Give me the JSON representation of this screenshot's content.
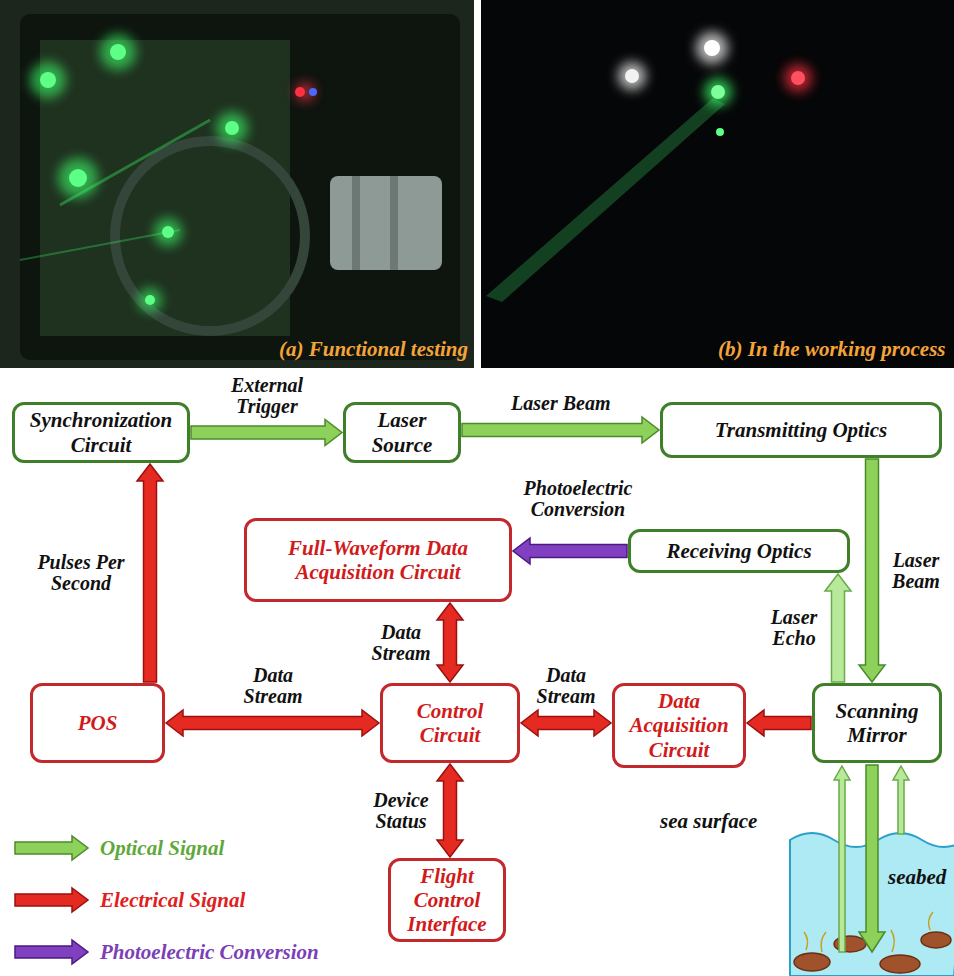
{
  "diagram": {
    "nodes": [
      {
        "text": [
          "Synchronization Circuit"
        ]
      },
      {
        "text": [
          "Laser Source"
        ]
      },
      {
        "text": [
          "Transmitting Optics"
        ]
      },
      {
        "text": [
          "Full-Waveform Data Acquisition Circuit"
        ]
      },
      {
        "text": [
          "Receiving Optics"
        ]
      },
      {
        "text": [
          "POS"
        ]
      },
      {
        "text": [
          "Control Circuit"
        ]
      },
      {
        "text": [
          "Data Acquisition Circuit"
        ]
      },
      {
        "text": [
          "Scanning Mirror"
        ]
      },
      {
        "text": [
          "Flight Control Interface"
        ]
      }
    ],
    "edges": [
      {
        "from": 0,
        "to": 1,
        "label": "External Trigger",
        "arrow": "to"
      },
      {
        "from": 1,
        "to": 2,
        "label": "Laser Beam",
        "arrow": "to"
      },
      {
        "from": 2,
        "to": 8,
        "label": "Laser Beam",
        "arrow": "to"
      },
      {
        "from": 8,
        "to": 4,
        "label": "Laser Echo",
        "arrow": "to"
      },
      {
        "from": 4,
        "to": 3,
        "label": "Photoelectric Conversion",
        "arrow": "to"
      },
      {
        "from": 3,
        "to": 6,
        "label": "Data Stream",
        "arrow": "both"
      },
      {
        "from": 5,
        "to": 6,
        "label": "Data Stream",
        "arrow": "both"
      },
      {
        "from": 6,
        "to": 7,
        "label": "Data Stream",
        "arrow": "both"
      },
      {
        "from": 8,
        "to": 7,
        "arrow": "to"
      },
      {
        "from": 6,
        "to": 9,
        "label": "Device Status",
        "arrow": "both"
      },
      {
        "from": 5,
        "to": 0,
        "label": "Pulses Per Second",
        "arrow": "to"
      }
    ],
    "labels": [
      "(a) Functional testing",
      "(b) In the working process",
      "sea surface",
      "seabed"
    ],
    "legend": [
      {
        "text": "Optical Signal"
      },
      {
        "text": "Electrical Signal"
      },
      {
        "text": "Photoelectric Conversion"
      }
    ]
  }
}
